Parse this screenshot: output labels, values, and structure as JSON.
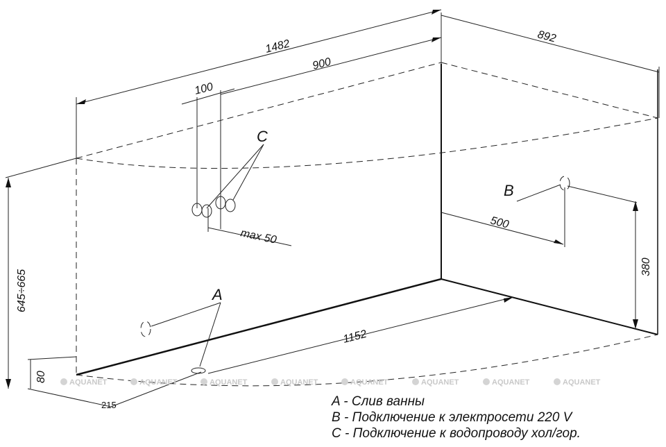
{
  "diagram": {
    "dimensions": {
      "length": "1482",
      "width": "892",
      "mixer_offset": "900",
      "mixer_spacing": "100",
      "mixer_depth": "max 50",
      "power_offset": "500",
      "power_height": "380",
      "drain_distance": "1152",
      "height_range": "645÷665",
      "drain_height": "80",
      "drain_offset": "215"
    },
    "markers": {
      "a": "A",
      "b": "B",
      "c": "C"
    },
    "legend": [
      "A - Слив ванны",
      "B - Подключение к электросети 220 V",
      "C - Подключение к водопроводу хол/гор."
    ],
    "watermark": "AQUANET"
  }
}
